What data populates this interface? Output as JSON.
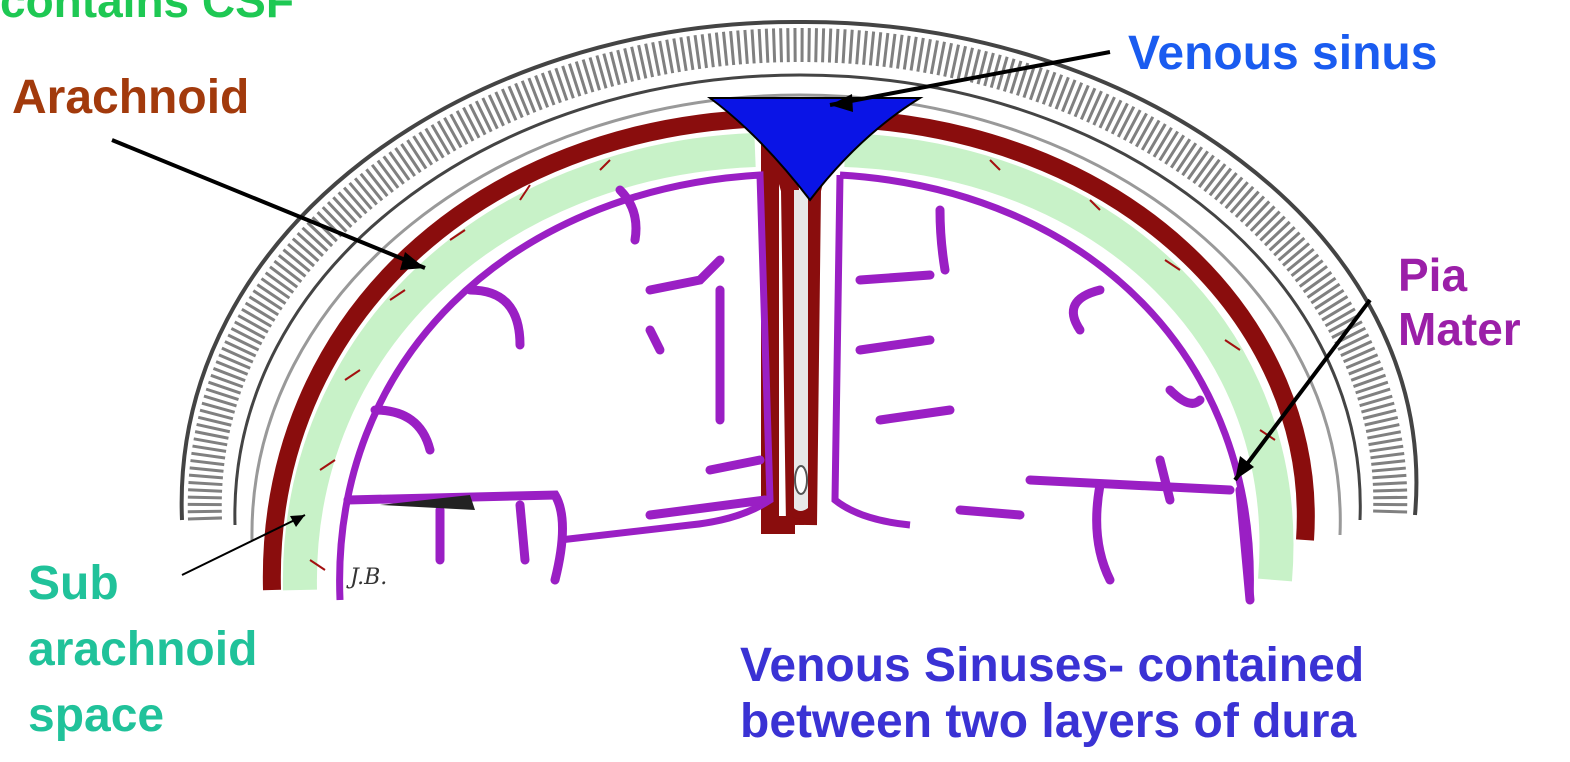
{
  "labels": {
    "top_cut": "contains CSF",
    "arachnoid": "Arachnoid",
    "venous_sinus": "Venous sinus",
    "pia_line1": "Pia",
    "pia_line2": "Mater",
    "sub_line1": "Sub",
    "sub_line2": "arachnoid",
    "sub_line3": "space",
    "caption_line1": "Venous Sinuses- contained",
    "caption_line2": "between two layers of dura"
  },
  "artist_initials": "J.B.",
  "colors": {
    "arachnoid_text": "#a23a0c",
    "venous_text": "#1a5cf0",
    "pia_text": "#9b1fa8",
    "sub_text": "#20c29a",
    "caption_text": "#3a32d4",
    "dura": "#8a0d0d",
    "subarachnoid_space": "#c8f2c8",
    "pia_vessels": "#9a1fc4",
    "sinus_fill": "#0a14e6",
    "skull": "#555555"
  }
}
